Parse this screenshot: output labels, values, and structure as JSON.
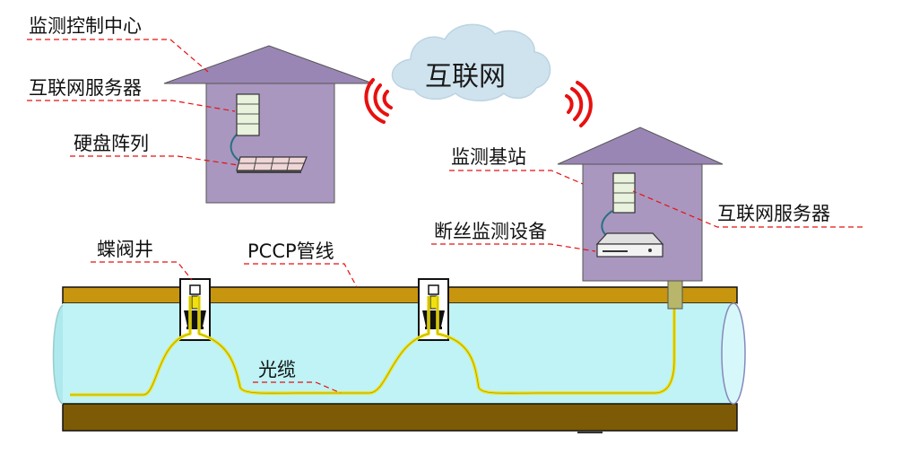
{
  "labels": {
    "control_center": "监测控制中心",
    "server_left": "互联网服务器",
    "disk_array": "硬盘阵列",
    "internet": "互联网",
    "monitor_station": "监测基站",
    "server_right": "互联网服务器",
    "wire_break_device": "断丝监测设备",
    "valve_well": "蝶阀井",
    "pccp_pipe": "PCCP管线",
    "fiber_cable": "光缆"
  },
  "colors": {
    "house": "#a997c0",
    "roof": "#9a86b4",
    "cloud": "#cfe3ee",
    "pipe_body": "#bff3f6",
    "pipe_top_band": "#c8950e",
    "pipe_bottom_band": "#7d5a05",
    "fiber": "#f0e010",
    "signal": "#e81010",
    "leader_line": "#e81010"
  }
}
